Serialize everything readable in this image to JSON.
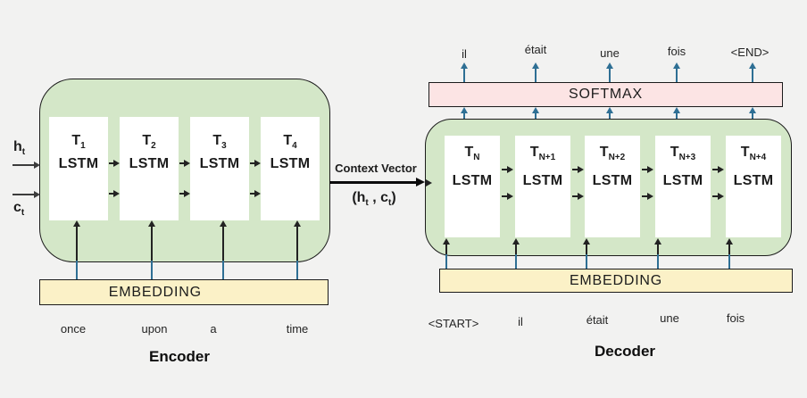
{
  "encoder": {
    "title": "Encoder",
    "state_inputs": [
      {
        "base": "h",
        "sub": "t"
      },
      {
        "base": "c",
        "sub": "t"
      }
    ],
    "cells": [
      {
        "step_base": "T",
        "step_sub": "1",
        "unit": "LSTM"
      },
      {
        "step_base": "T",
        "step_sub": "2",
        "unit": "LSTM"
      },
      {
        "step_base": "T",
        "step_sub": "3",
        "unit": "LSTM"
      },
      {
        "step_base": "T",
        "step_sub": "4",
        "unit": "LSTM"
      }
    ],
    "embedding_label": "EMBEDDING",
    "input_words": [
      "once",
      "upon",
      "a",
      "time"
    ]
  },
  "context_vector": {
    "label": "Context Vector",
    "tuple_open": "(h",
    "tuple_sub1": "t",
    "tuple_mid": " , c",
    "tuple_sub2": "t",
    "tuple_close": ")"
  },
  "decoder": {
    "title": "Decoder",
    "softmax_label": "SOFTMAX",
    "output_words": [
      "il",
      "était",
      "une",
      "fois",
      "<END>"
    ],
    "cells": [
      {
        "step_base": "T",
        "step_sub": "N",
        "unit": "LSTM"
      },
      {
        "step_base": "T",
        "step_sub": "N+1",
        "unit": "LSTM"
      },
      {
        "step_base": "T",
        "step_sub": "N+2",
        "unit": "LSTM"
      },
      {
        "step_base": "T",
        "step_sub": "N+3",
        "unit": "LSTM"
      },
      {
        "step_base": "T",
        "step_sub": "N+4",
        "unit": "LSTM"
      }
    ],
    "embedding_label": "EMBEDDING",
    "input_words": [
      "<START>",
      "il",
      "était",
      "une",
      "fois"
    ]
  },
  "colors": {
    "block_green": "#d4e7c8",
    "embedding_yellow": "#fbf1c7",
    "softmax_pink": "#fce4e4",
    "arrow_teal": "#2e6f94",
    "arrow_dark": "#222222",
    "background": "#f2f2f1"
  }
}
